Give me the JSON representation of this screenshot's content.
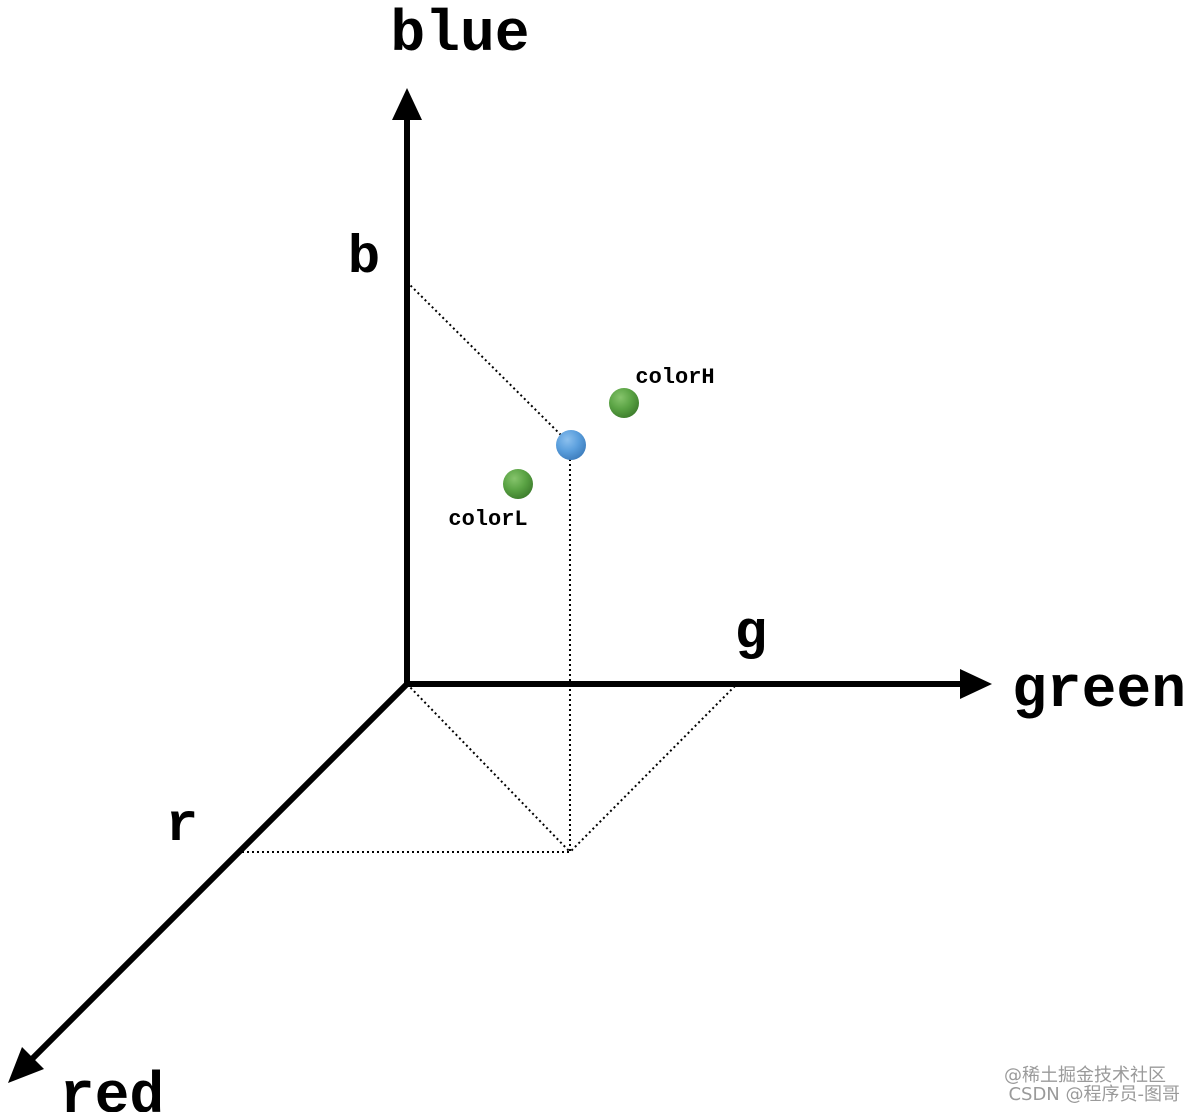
{
  "axes": {
    "blue": {
      "title": "blue",
      "letter": "b"
    },
    "green": {
      "title": "green",
      "letter": "g"
    },
    "red": {
      "title": "red",
      "letter": "r"
    }
  },
  "points": [
    {
      "id": "colorH",
      "label": "colorH",
      "color": "#5aa344"
    },
    {
      "id": "color",
      "label": "",
      "color": "#5b9fdd"
    },
    {
      "id": "colorL",
      "label": "colorL",
      "color": "#5aa344"
    }
  ],
  "colors": {
    "axis": "#000000",
    "green_point": "#5aa344",
    "blue_point": "#5b9fdd",
    "watermark": "#9a9a9a"
  },
  "watermark": {
    "line1": "@稀土掘金技术社区",
    "line2": "CSDN @程序员-图哥"
  }
}
